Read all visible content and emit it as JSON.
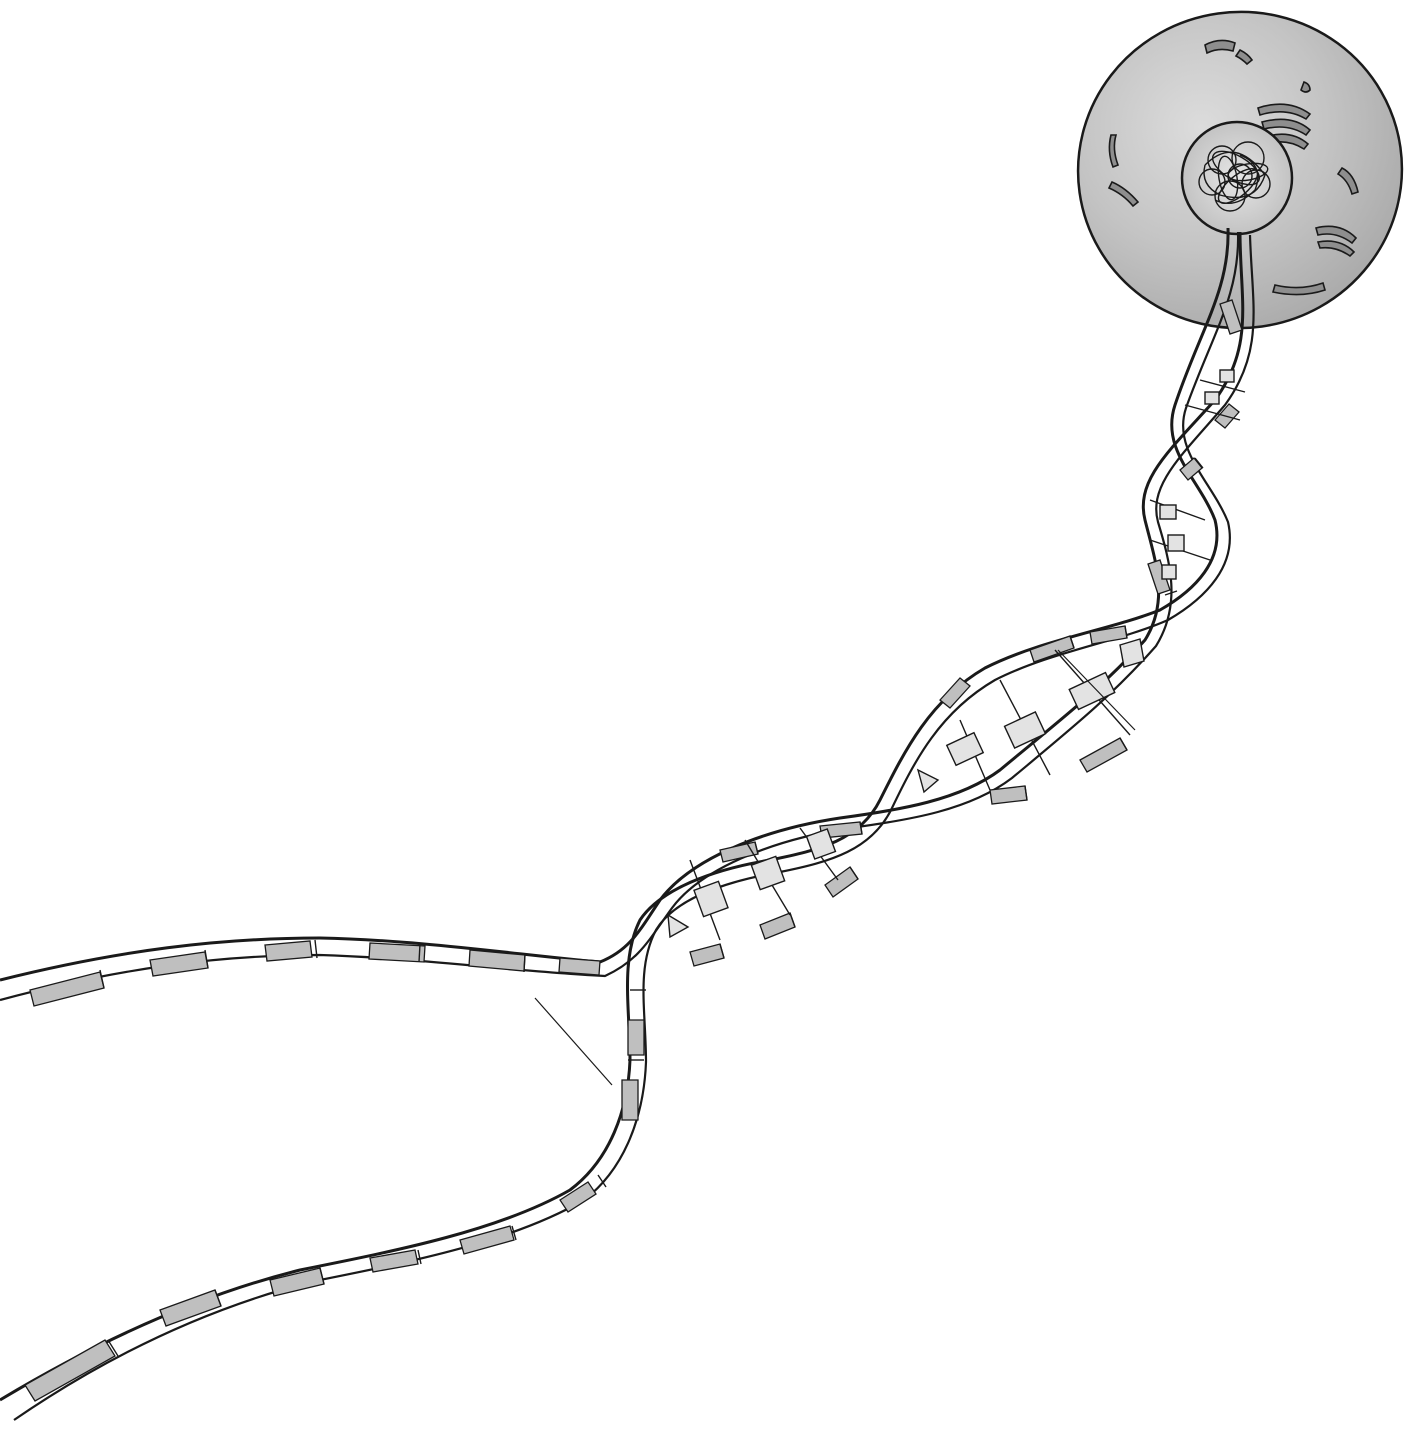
{
  "illustration": {
    "subject": "cell-to-dna-strand",
    "palette": {
      "ink": "#1a1a1a",
      "cell_fill": "#bdbdbd",
      "cell_highlight": "#d9d9d9",
      "nucleus_fill": "#cfcfcf",
      "strand_segment_fill": "#bfbfbf",
      "background": "#ffffff"
    },
    "parts": [
      "cell",
      "nucleus",
      "organelles",
      "double-helix",
      "base-pairs",
      "unwound-strand-upper",
      "unwound-strand-lower"
    ]
  }
}
